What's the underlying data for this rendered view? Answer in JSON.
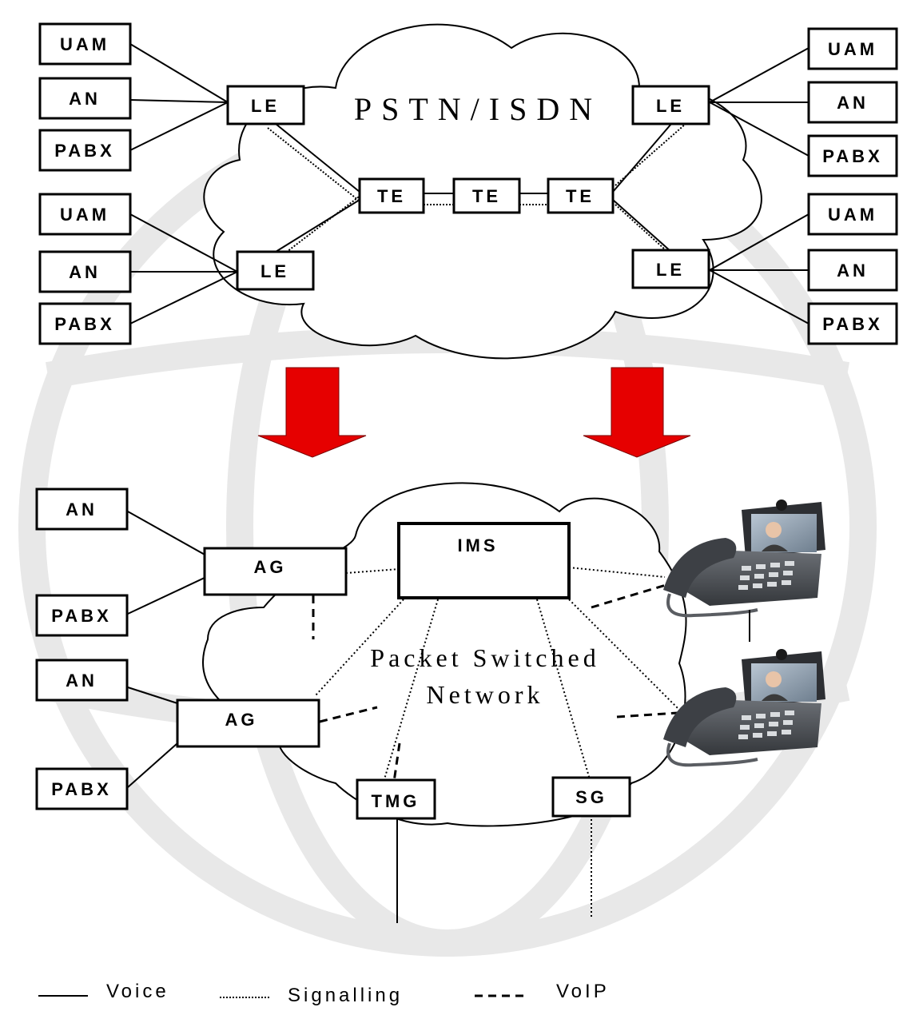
{
  "top_network": {
    "cloud_label": "PSTN/ISDN",
    "left_group_1": [
      "UAM",
      "AN",
      "PABX"
    ],
    "left_group_2": [
      "UAM",
      "AN",
      "PABX"
    ],
    "right_group_1": [
      "UAM",
      "AN",
      "PABX"
    ],
    "right_group_2": [
      "UAM",
      "AN",
      "PABX"
    ],
    "local_exchange": "LE",
    "transit_exchange": "TE"
  },
  "bottom_network": {
    "cloud_label_line1": "Packet Switched",
    "cloud_label_line2": "Network",
    "ims": "IMS",
    "access_gateway": "AG",
    "tmg": "TMG",
    "sg": "SG",
    "left_group_1": [
      "AN",
      "PABX"
    ],
    "left_group_2": [
      "AN",
      "PABX"
    ]
  },
  "legend": {
    "voice": "Voice",
    "signalling": "Signalling",
    "voip": "VoIP"
  },
  "colors": {
    "arrow": "#e60000",
    "watermark": "#e6e6e6",
    "phone_body": "#4a4d52"
  },
  "icons": {
    "phone": "video-phone-icon",
    "arrow": "migration-arrow-icon"
  }
}
